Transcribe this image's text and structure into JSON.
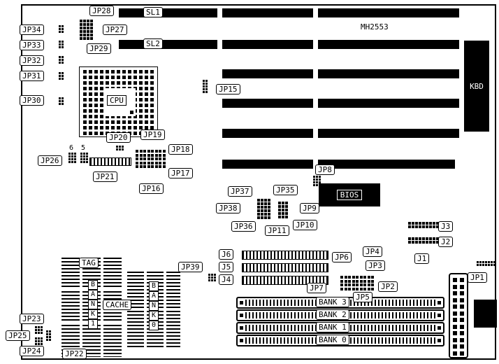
{
  "board": {
    "model": "MH2553"
  },
  "labels": {
    "jp28": "JP28",
    "sl1": "SL1",
    "jp34": "JP34",
    "jp27": "JP27",
    "jp33": "JP33",
    "jp29": "JP29",
    "sl2": "SL2",
    "jp32": "JP32",
    "jp31": "JP31",
    "jp30": "JP30",
    "jp15": "JP15",
    "cpu": "CPU",
    "kbd": "KBD",
    "jp20": "JP20",
    "jp19": "JP19",
    "jp18": "JP18",
    "jp26": "JP26",
    "jp21": "JP21",
    "jp17": "JP17",
    "jp16": "JP16",
    "jp8": "JP8",
    "bios": "BIOS",
    "jp37": "JP37",
    "jp35": "JP35",
    "jp38": "JP38",
    "jp9": "JP9",
    "jp36": "JP36",
    "jp11": "JP11",
    "jp10": "JP10",
    "j3": "J3",
    "j2": "J2",
    "j6": "J6",
    "j5": "J5",
    "j4": "J4",
    "jp6": "JP6",
    "jp4": "JP4",
    "jp3": "JP3",
    "j1": "J1",
    "jp39": "JP39",
    "tag": "TAG",
    "jp7": "JP7",
    "jp2": "JP2",
    "jp5": "JP5",
    "jp1": "JP1",
    "cache": "CACHE",
    "jp23": "JP23",
    "jp25": "JP25",
    "jp24": "JP24",
    "jp22": "JP22",
    "bank3": "BANK 3",
    "bank2": "BANK 2",
    "bank1": "BANK 1",
    "bank0": "BANK 0",
    "pin6": "6",
    "pin5": "5"
  },
  "vertical_text": {
    "bank1": [
      "B",
      "A",
      "N",
      "K",
      "1"
    ],
    "bank0": [
      "B",
      "A",
      "N",
      "K",
      "0"
    ]
  },
  "colors": {
    "component": "#000000",
    "board_bg": "#ffffff"
  }
}
